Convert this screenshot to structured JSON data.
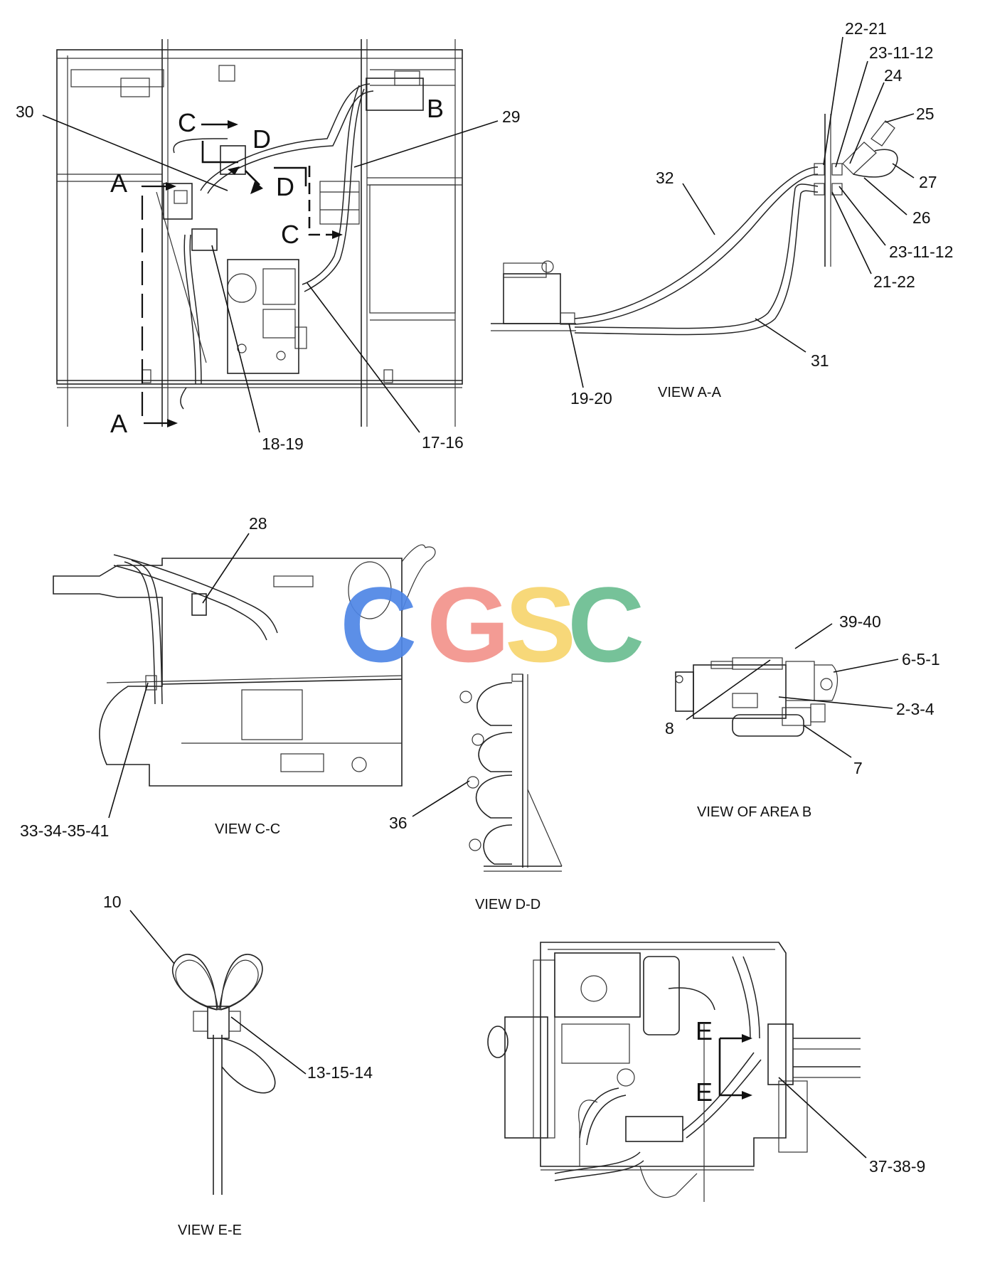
{
  "watermark": {
    "letters": [
      "C",
      "G",
      "S",
      "C"
    ],
    "colors": [
      "#4f86e6",
      "#f2938c",
      "#f7d56e",
      "#6bbd91"
    ]
  },
  "views": {
    "a_a": "VIEW A-A",
    "c_c": "VIEW C-C",
    "d_d": "VIEW D-D",
    "area_b": "VIEW OF AREA B",
    "e_e": "VIEW E-E"
  },
  "section_letters": {
    "a_top": "A",
    "a_bottom": "A",
    "b": "B",
    "c_top": "C",
    "c_bottom": "C",
    "d_top": "D",
    "d_bottom": "D",
    "e_top": "E",
    "e_bottom": "E"
  },
  "callouts": {
    "c30": "30",
    "c29": "29",
    "c18_19": "18-19",
    "c17_16": "17-16",
    "c22_21": "22-21",
    "c23_11_12_top": "23-11-12",
    "c24": "24",
    "c25": "25",
    "c32": "32",
    "c27": "27",
    "c26": "26",
    "c23_11_12_bottom": "23-11-12",
    "c21_22": "21-22",
    "c31": "31",
    "c19_20": "19-20",
    "c28": "28",
    "c39_40": "39-40",
    "c6_5_1": "6-5-1",
    "c2_3_4": "2-3-4",
    "c8": "8",
    "c7": "7",
    "c33_34_35_41": "33-34-35-41",
    "c36": "36",
    "c10": "10",
    "c13_15_14": "13-15-14",
    "c37_38_9": "37-38-9"
  }
}
